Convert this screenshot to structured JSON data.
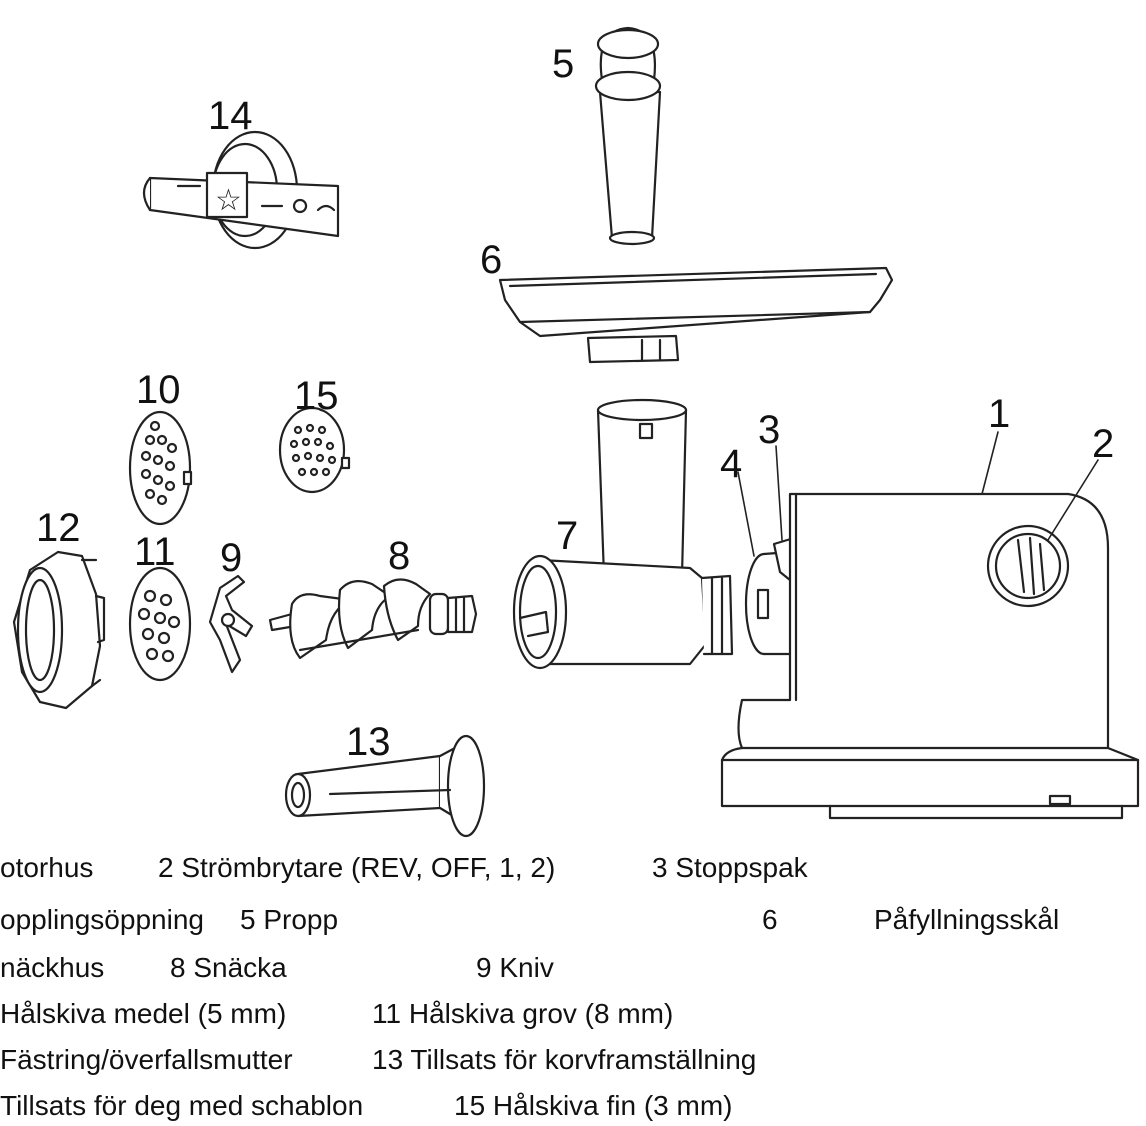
{
  "callouts": {
    "c1": "1",
    "c2": "2",
    "c3": "3",
    "c4": "4",
    "c5": "5",
    "c6": "6",
    "c7": "7",
    "c8": "8",
    "c9": "9",
    "c10": "10",
    "c11": "11",
    "c12": "12",
    "c13": "13",
    "c14": "14",
    "c15": "15"
  },
  "legend": {
    "row1": [
      "otorhus",
      "2 Strömbrytare (REV, OFF, 1, 2)",
      "3 Stoppspak"
    ],
    "row2": [
      "opplingsöppning",
      "5 Propp",
      "6",
      "Påfyllningsskål"
    ],
    "row3": [
      "näckhus",
      "8 Snäcka",
      "9 Kniv"
    ],
    "row4": [
      "Hålskiva medel (5 mm)",
      "11 Hålskiva grov (8 mm)"
    ],
    "row5": [
      "Fästring/överfallsmutter",
      "13 Tillsats för korvframställning"
    ],
    "row6": [
      "Tillsats för deg med schablon",
      "15 Hålskiva fin (3 mm)"
    ]
  }
}
